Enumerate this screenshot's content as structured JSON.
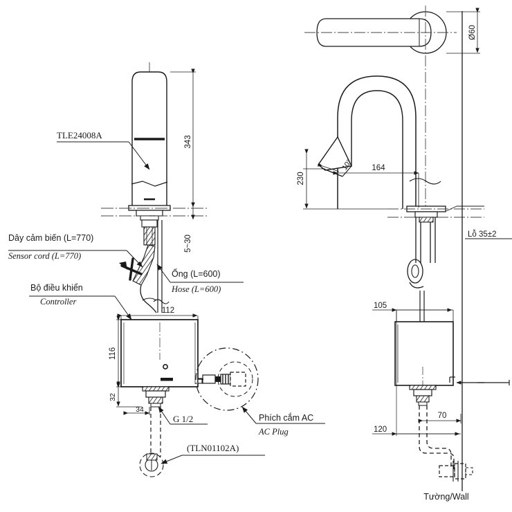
{
  "drawing": {
    "title": "TOTO sensor faucet TLE24008A installation drawing",
    "line_color": "#1a1a1a",
    "hidden_color": "#1a1a1a",
    "center_color": "#555555"
  },
  "left_view": {
    "part_code": "TLE24008A",
    "dimensions": {
      "height_343": "343",
      "deck_thickness": "5~30",
      "controller_width": "112",
      "controller_height": "116",
      "shank_height": "32",
      "shank_width": "34"
    },
    "labels": {
      "sensor_cord_vn": "Dây cảm biến (L=770)",
      "sensor_cord_en": "Sensor cord (L=770)",
      "hose_vn": "Ống (L=600)",
      "hose_en": "Hose (L=600)",
      "controller_vn": "Bộ điều khiển",
      "controller_en": "Controller",
      "thread": "G 1/2",
      "ac_plug_vn": "Phích cắm AC",
      "ac_plug_en": "AC Plug",
      "accessory_code": "(TLN01102A)"
    }
  },
  "right_view": {
    "dimensions": {
      "spout_diameter": "Ø60",
      "spout_height_230": "230",
      "spout_reach_164": "164",
      "spout_angle": "10°",
      "hole_note": "Lỗ 35±2",
      "controller_offset_105": "105",
      "outlet_offset_70": "70",
      "wall_offset_120": "120"
    },
    "labels": {
      "wall_vn_en": "Tường/Wall"
    }
  }
}
